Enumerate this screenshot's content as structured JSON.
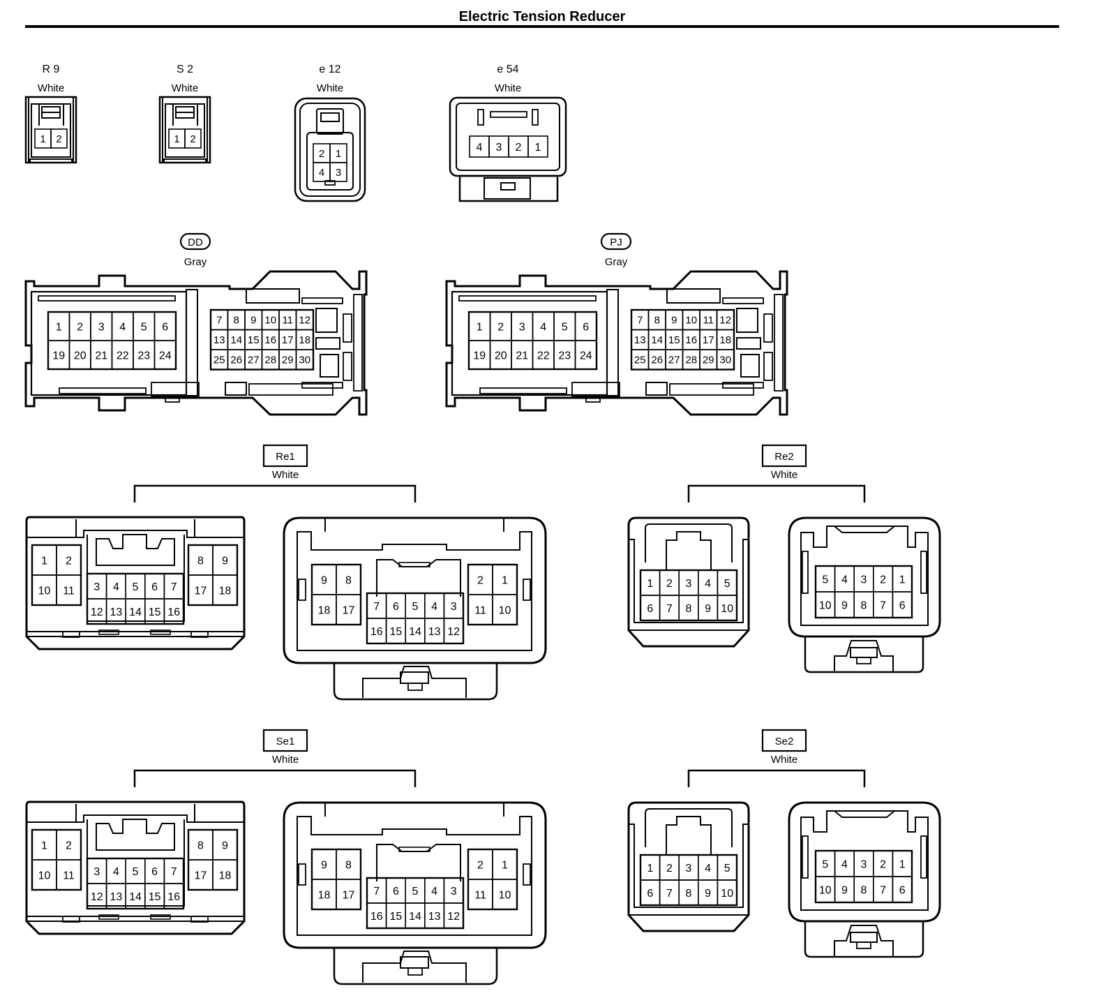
{
  "title": "Electric Tension Reducer",
  "connectors": {
    "r9": {
      "code": "R 9",
      "color": "White",
      "pins": [
        "1",
        "2"
      ]
    },
    "s2": {
      "code": "S 2",
      "color": "White",
      "pins": [
        "1",
        "2"
      ]
    },
    "e12": {
      "code": "e 12",
      "color": "White",
      "pins": [
        "2",
        "1",
        "4",
        "3"
      ]
    },
    "e54": {
      "code": "e 54",
      "color": "White",
      "pins": [
        "4",
        "3",
        "2",
        "1"
      ]
    },
    "dd": {
      "code": "DD",
      "color": "Gray",
      "left_rows": [
        [
          "1",
          "2",
          "3",
          "4",
          "5",
          "6"
        ],
        [
          "19",
          "20",
          "21",
          "22",
          "23",
          "24"
        ]
      ],
      "right_rows": [
        [
          "7",
          "8",
          "9",
          "10",
          "11",
          "12"
        ],
        [
          "13",
          "14",
          "15",
          "16",
          "17",
          "18"
        ],
        [
          "25",
          "26",
          "27",
          "28",
          "29",
          "30"
        ]
      ]
    },
    "pj": {
      "code": "PJ",
      "color": "Gray",
      "left_rows": [
        [
          "1",
          "2",
          "3",
          "4",
          "5",
          "6"
        ],
        [
          "19",
          "20",
          "21",
          "22",
          "23",
          "24"
        ]
      ],
      "right_rows": [
        [
          "7",
          "8",
          "9",
          "10",
          "11",
          "12"
        ],
        [
          "13",
          "14",
          "15",
          "16",
          "17",
          "18"
        ],
        [
          "25",
          "26",
          "27",
          "28",
          "29",
          "30"
        ]
      ]
    },
    "re1": {
      "code": "Re1",
      "color": "White",
      "a_left": [
        [
          "1",
          "2"
        ],
        [
          "10",
          "11"
        ]
      ],
      "a_mid": [
        [
          "3",
          "4",
          "5",
          "6",
          "7"
        ],
        [
          "12",
          "13",
          "14",
          "15",
          "16"
        ]
      ],
      "a_right": [
        [
          "8",
          "9"
        ],
        [
          "17",
          "18"
        ]
      ],
      "b_left": [
        [
          "9",
          "8"
        ],
        [
          "18",
          "17"
        ]
      ],
      "b_mid": [
        [
          "7",
          "6",
          "5",
          "4",
          "3"
        ],
        [
          "16",
          "15",
          "14",
          "13",
          "12"
        ]
      ],
      "b_right": [
        [
          "2",
          "1"
        ],
        [
          "11",
          "10"
        ]
      ]
    },
    "re2": {
      "code": "Re2",
      "color": "White",
      "a": [
        [
          "1",
          "2",
          "3",
          "4",
          "5"
        ],
        [
          "6",
          "7",
          "8",
          "9",
          "10"
        ]
      ],
      "b": [
        [
          "5",
          "4",
          "3",
          "2",
          "1"
        ],
        [
          "10",
          "9",
          "8",
          "7",
          "6"
        ]
      ]
    },
    "se1": {
      "code": "Se1",
      "color": "White",
      "a_left": [
        [
          "1",
          "2"
        ],
        [
          "10",
          "11"
        ]
      ],
      "a_mid": [
        [
          "3",
          "4",
          "5",
          "6",
          "7"
        ],
        [
          "12",
          "13",
          "14",
          "15",
          "16"
        ]
      ],
      "a_right": [
        [
          "8",
          "9"
        ],
        [
          "17",
          "18"
        ]
      ],
      "b_left": [
        [
          "9",
          "8"
        ],
        [
          "18",
          "17"
        ]
      ],
      "b_mid": [
        [
          "7",
          "6",
          "5",
          "4",
          "3"
        ],
        [
          "16",
          "15",
          "14",
          "13",
          "12"
        ]
      ],
      "b_right": [
        [
          "2",
          "1"
        ],
        [
          "11",
          "10"
        ]
      ]
    },
    "se2": {
      "code": "Se2",
      "color": "White",
      "a": [
        [
          "1",
          "2",
          "3",
          "4",
          "5"
        ],
        [
          "6",
          "7",
          "8",
          "9",
          "10"
        ]
      ],
      "b": [
        [
          "5",
          "4",
          "3",
          "2",
          "1"
        ],
        [
          "10",
          "9",
          "8",
          "7",
          "6"
        ]
      ]
    }
  }
}
